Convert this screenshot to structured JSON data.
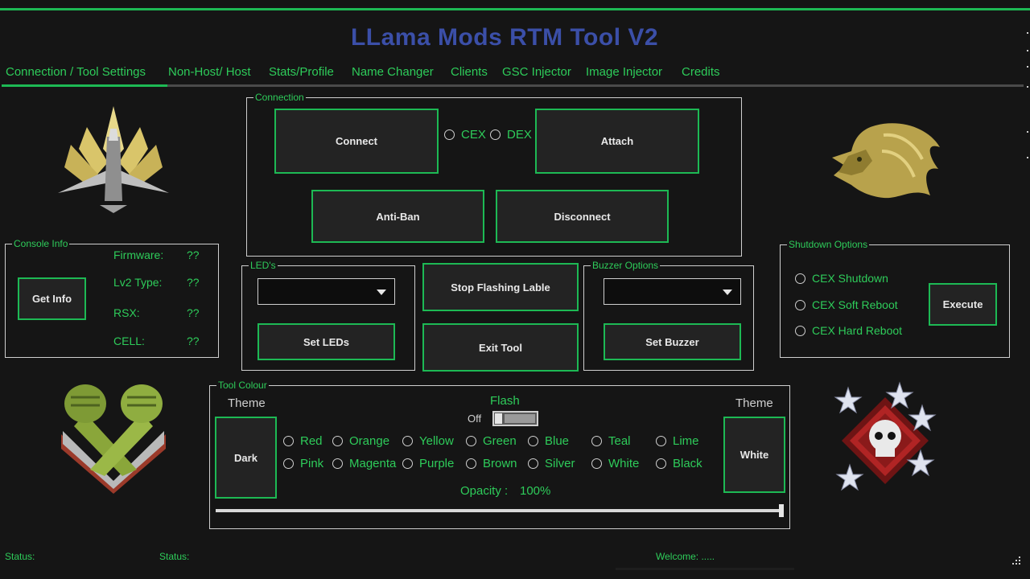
{
  "app": {
    "title": "LLama Mods RTM Tool V2"
  },
  "tabs": [
    {
      "label": "Connection / Tool Settings",
      "active": true
    },
    {
      "label": "Non-Host/ Host"
    },
    {
      "label": "Stats/Profile"
    },
    {
      "label": "Name Changer"
    },
    {
      "label": "Clients"
    },
    {
      "label": "GSC Injector"
    },
    {
      "label": "Image Injector"
    },
    {
      "label": "Credits"
    }
  ],
  "connection": {
    "legend": "Connection",
    "connect_label": "Connect",
    "attach_label": "Attach",
    "antiban_label": "Anti-Ban",
    "disconnect_label": "Disconnect",
    "cex_label": "CEX",
    "dex_label": "DEX"
  },
  "console_info": {
    "legend": "Console Info",
    "get_info_label": "Get Info",
    "firmware_label": "Firmware:",
    "firmware_value": "??",
    "lv2_label": "Lv2 Type:",
    "lv2_value": "??",
    "rsx_label": "RSX:",
    "rsx_value": "??",
    "cell_label": "CELL:",
    "cell_value": "??"
  },
  "leds": {
    "legend": "LED's",
    "selected": "",
    "set_label": "Set LEDs"
  },
  "center_buttons": {
    "stop_flashing_label": "Stop Flashing Lable",
    "exit_label": "Exit Tool"
  },
  "buzzer": {
    "legend": "Buzzer Options",
    "selected": "",
    "set_label": "Set Buzzer"
  },
  "shutdown": {
    "legend": "Shutdown Options",
    "options": [
      "CEX Shutdown",
      "CEX Soft Reboot",
      "CEX Hard Reboot"
    ],
    "execute_label": "Execute"
  },
  "tool_colour": {
    "legend": "Tool Colour",
    "theme_left_label": "Theme",
    "theme_left_button": "Dark",
    "theme_right_label": "Theme",
    "theme_right_button": "White",
    "flash_label": "Flash",
    "flash_state": "Off",
    "colours_row1": [
      "Red",
      "Orange",
      "Yellow",
      "Green",
      "Blue",
      "Teal",
      "Lime"
    ],
    "colours_row2": [
      "Pink",
      "Magenta",
      "Purple",
      "Brown",
      "Silver",
      "White",
      "Black"
    ],
    "opacity_label": "Opacity :",
    "opacity_value": "100%",
    "opacity_fraction": 1.0
  },
  "status_bar": {
    "status1": "Status:",
    "status2": "Status:",
    "welcome": "Welcome: ....."
  },
  "colors": {
    "accent": "#1db954",
    "text_green": "#2ecc5a",
    "title_blue": "#3b4fa8",
    "background": "#151515"
  },
  "icons": [
    "jet-emblem-icon",
    "lion-emblem-icon",
    "fists-emblem-icon",
    "skull-stars-emblem-icon"
  ]
}
